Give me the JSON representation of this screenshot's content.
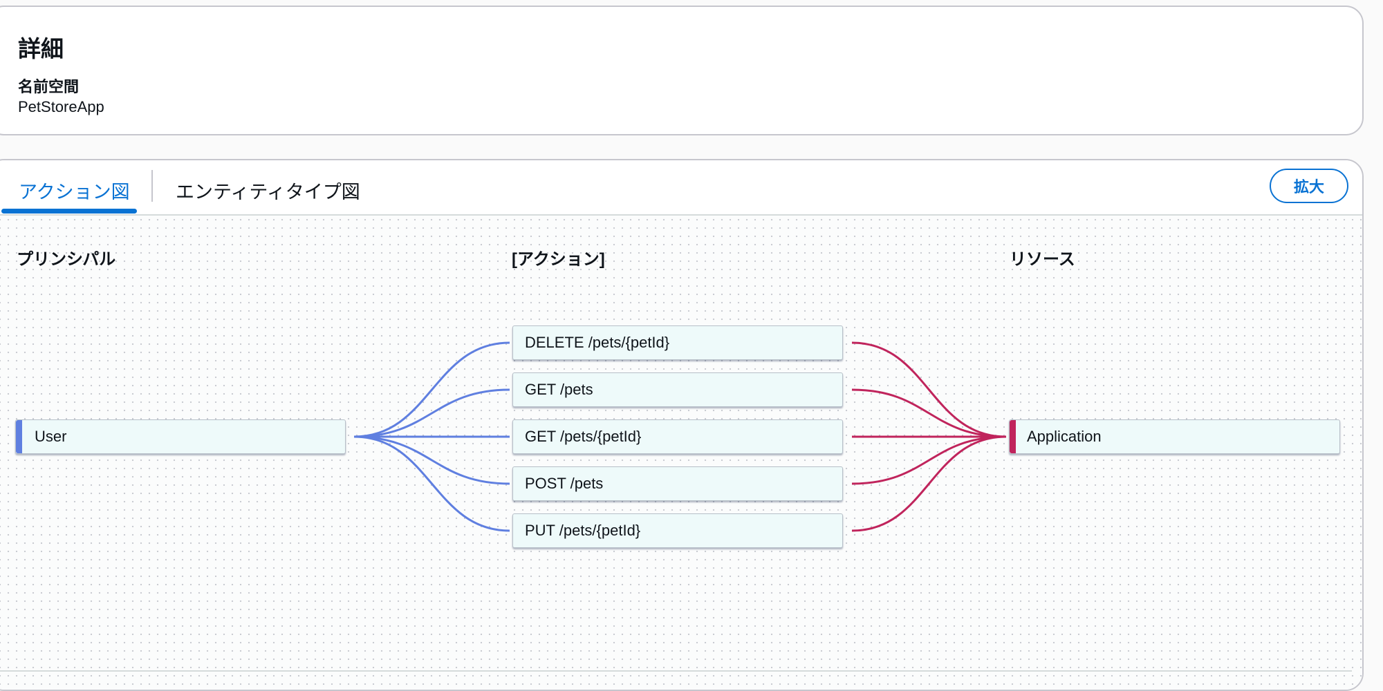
{
  "details": {
    "heading": "詳細",
    "namespace_label": "名前空間",
    "namespace_value": "PetStoreApp"
  },
  "tabs": [
    {
      "label": "アクション図",
      "selected": true
    },
    {
      "label": "エンティティタイプ図",
      "selected": false
    }
  ],
  "expand_label": "拡大",
  "diagram": {
    "principal_header": "プリンシパル",
    "action_header": "[アクション]",
    "resource_header": "リソース",
    "principal": "User",
    "resource": "Application",
    "actions": [
      "DELETE /pets/{petId}",
      "GET /pets",
      "GET /pets/{petId}",
      "POST /pets",
      "PUT /pets/{petId}"
    ]
  },
  "colors": {
    "accent": "#0972d3",
    "principal_edge": "#5f7fe0",
    "resource_edge": "#c0245c",
    "node_fill": "#eefafa"
  }
}
